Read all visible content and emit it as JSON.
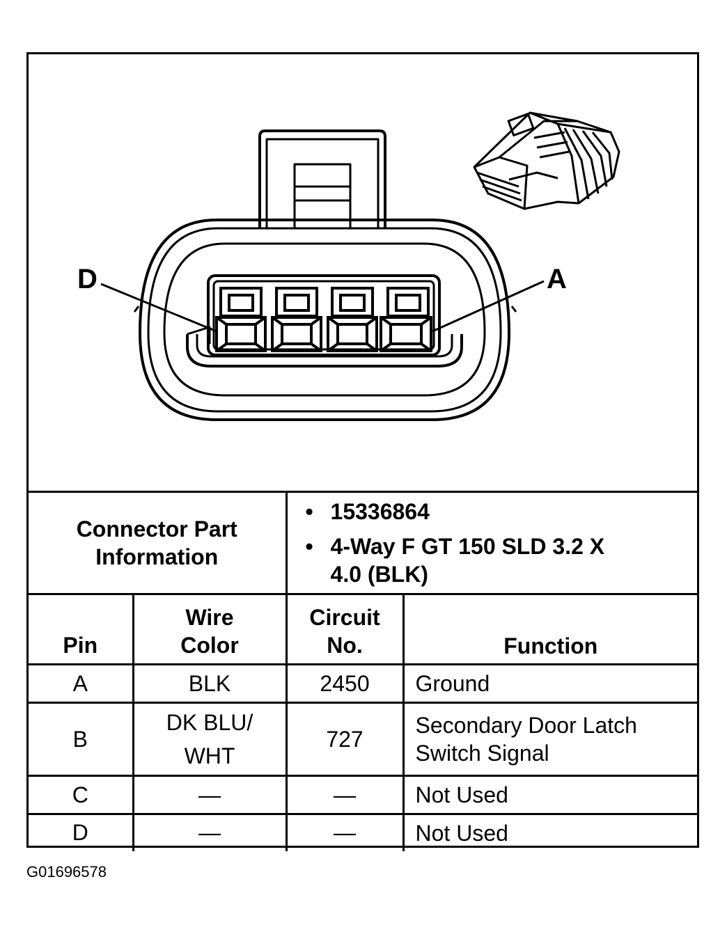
{
  "pin_labels": {
    "left": "D",
    "right": "A"
  },
  "connector_info": {
    "label_line1": "Connector Part",
    "label_line2": "Information",
    "items": [
      "15336864",
      "4-Way F GT 150 SLD 3.2 X 4.0 (BLK)"
    ],
    "bullet": "•"
  },
  "table": {
    "headers": {
      "pin": "Pin",
      "wire_color_line1": "Wire",
      "wire_color_line2": "Color",
      "circuit_line1": "Circuit",
      "circuit_line2": "No.",
      "function": "Function"
    },
    "rows": [
      {
        "pin": "A",
        "wire_line1": "BLK",
        "wire_line2": "",
        "circuit": "2450",
        "function_line1": "Ground",
        "function_line2": ""
      },
      {
        "pin": "B",
        "wire_line1": "DK BLU/",
        "wire_line2": "WHT",
        "circuit": "727",
        "function_line1": "Secondary Door Latch",
        "function_line2": "Switch Signal"
      },
      {
        "pin": "C",
        "wire_line1": "—",
        "wire_line2": "",
        "circuit": "—",
        "function_line1": "Not Used",
        "function_line2": ""
      },
      {
        "pin": "D",
        "wire_line1": "—",
        "wire_line2": "",
        "circuit": "—",
        "function_line1": "Not Used",
        "function_line2": ""
      }
    ]
  },
  "figure_id": "G01696578"
}
